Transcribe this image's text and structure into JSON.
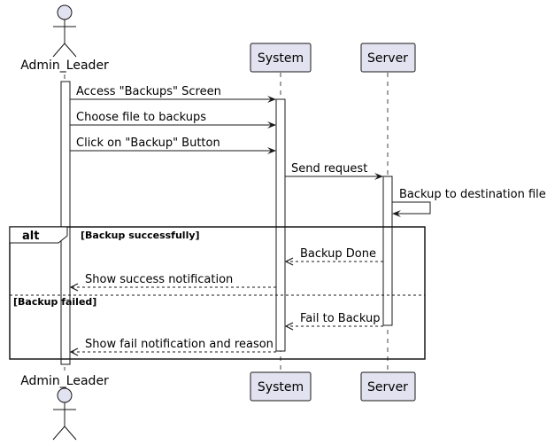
{
  "actors": [
    {
      "id": "admin",
      "label": "Admin_Leader"
    }
  ],
  "participants": [
    {
      "id": "system",
      "label": "System"
    },
    {
      "id": "server",
      "label": "Server"
    }
  ],
  "messages": [
    {
      "id": "m1",
      "from": "admin",
      "to": "system",
      "label": "Access \"Backups\" Screen",
      "style": "solid"
    },
    {
      "id": "m2",
      "from": "admin",
      "to": "system",
      "label": "Choose file to backups",
      "style": "solid"
    },
    {
      "id": "m3",
      "from": "admin",
      "to": "system",
      "label": "Click on \"Backup\" Button",
      "style": "solid"
    },
    {
      "id": "m4",
      "from": "system",
      "to": "server",
      "label": "Send request",
      "style": "solid"
    },
    {
      "id": "m5",
      "from": "server",
      "to": "server",
      "label": "Backup to destination file",
      "style": "solid"
    },
    {
      "id": "m6",
      "from": "server",
      "to": "system",
      "label": "Backup Done",
      "style": "dashed"
    },
    {
      "id": "m7",
      "from": "system",
      "to": "admin",
      "label": "Show success notification",
      "style": "dashed"
    },
    {
      "id": "m8",
      "from": "server",
      "to": "system",
      "label": "Fail to Backup",
      "style": "dashed"
    },
    {
      "id": "m9",
      "from": "system",
      "to": "admin",
      "label": "Show fail notification and reason",
      "style": "dashed"
    }
  ],
  "fragment": {
    "keyword": "alt",
    "guard_1": "[Backup successfully]",
    "guard_2": "[Backup failed]"
  },
  "colors": {
    "participant_fill": "#e2e2f0",
    "participant_stroke": "#181818",
    "line": "#181818",
    "lifeline": "#181818",
    "background": "#ffffff"
  }
}
